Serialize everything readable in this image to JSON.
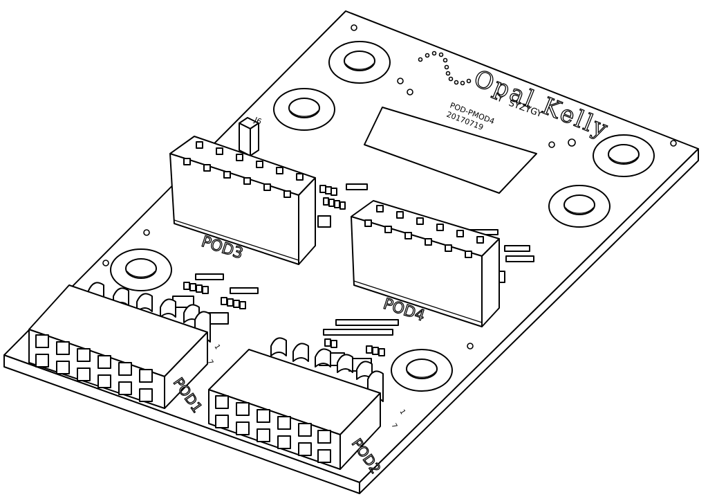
{
  "board": {
    "brand": "Opal Kelly",
    "sub_brand": "SYZYGY",
    "part_number": "POD-PMOD4",
    "date_code": "20170719",
    "header_ref": "J6"
  },
  "connectors": {
    "pod1": "POD1",
    "pod2": "POD2",
    "pod3": "POD3",
    "pod4": "POD4",
    "pin_one": "1",
    "pin_seven": "7"
  }
}
